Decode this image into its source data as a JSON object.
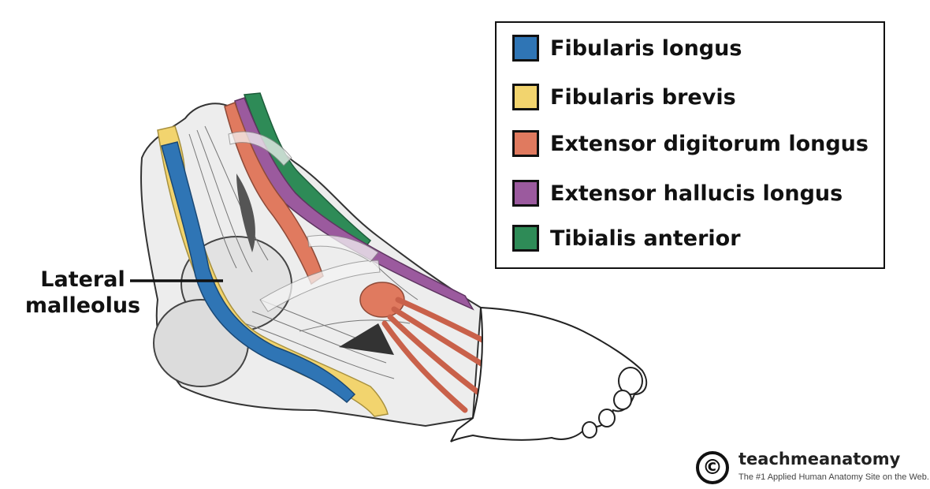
{
  "legend": {
    "items": [
      {
        "label": "Fibularis longus",
        "color": "#2f75b5"
      },
      {
        "label": "Fibularis brevis",
        "color": "#f2d46e"
      },
      {
        "label": "Extensor digitorum longus",
        "color": "#e07a5f"
      },
      {
        "label": "Extensor hallucis longus",
        "color": "#9b5a9e"
      },
      {
        "label": "Tibialis anterior",
        "color": "#2e8b57"
      }
    ]
  },
  "callout": {
    "line1": "Lateral",
    "line2": "malleolus"
  },
  "branding": {
    "copyright_symbol": "©",
    "name": "teachmeanatomy",
    "tagline": "The #1 Applied Human Anatomy Site on the Web."
  },
  "colors": {
    "bone": "#e8e8e8",
    "outline": "#333333",
    "tendon_sheath": "#c8c8c8"
  }
}
